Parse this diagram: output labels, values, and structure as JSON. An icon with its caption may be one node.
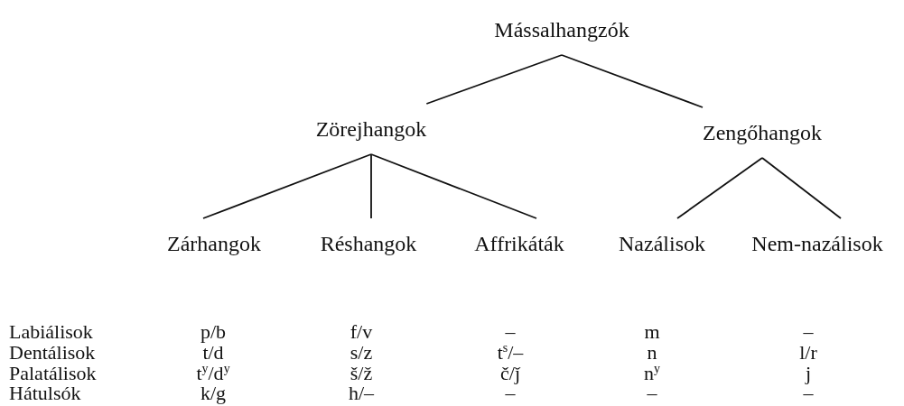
{
  "diagram": {
    "nodes": [
      {
        "text": [
          "Mássalhangzók"
        ]
      },
      {
        "text": [
          "Zörejhangok"
        ]
      },
      {
        "text": [
          "Zengőhangok"
        ]
      },
      {
        "text": [
          "Zárhangok"
        ]
      },
      {
        "text": [
          "Réshangok"
        ]
      },
      {
        "text": [
          "Affrikáták"
        ]
      },
      {
        "text": [
          "Nazálisok"
        ]
      },
      {
        "text": [
          "Nem-nazálisok"
        ]
      }
    ],
    "edges": [
      {
        "from": 0,
        "to": 1,
        "arrow": "none"
      },
      {
        "from": 0,
        "to": 2,
        "arrow": "none"
      },
      {
        "from": 1,
        "to": 3,
        "arrow": "none"
      },
      {
        "from": 1,
        "to": 4,
        "arrow": "none"
      },
      {
        "from": 1,
        "to": 5,
        "arrow": "none"
      },
      {
        "from": 2,
        "to": 6,
        "arrow": "none"
      },
      {
        "from": 2,
        "to": 7,
        "arrow": "none"
      }
    ],
    "labels": [
      "Labiálisok",
      "p/b",
      "f/v",
      "–",
      "m",
      "–",
      "Dentálisok",
      "t/d",
      "s/z",
      "t$^{s}$/–",
      "n",
      "l/r",
      "Palatálisok",
      "t$^{y}$/d$^{y}$",
      "š/ž",
      "č/ǰ",
      "n$^{y}$",
      "j",
      "Hátulsók",
      "k/g",
      "h/–",
      "–",
      "–",
      "–"
    ]
  }
}
